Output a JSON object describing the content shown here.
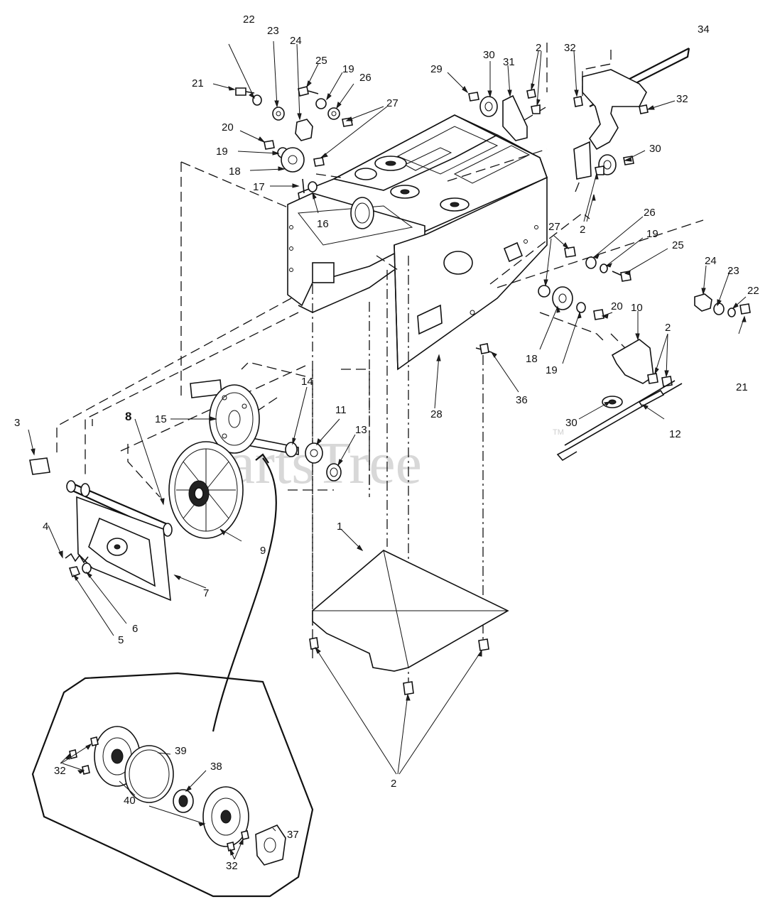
{
  "watermark": {
    "text": "PartsTree",
    "tm": "TM"
  },
  "callouts": {
    "c1": "1",
    "c2a": "2",
    "c2b": "2",
    "c2c": "2",
    "c2d": "2",
    "c3": "3",
    "c4": "4",
    "c5": "5",
    "c6": "6",
    "c7": "7",
    "c8": "8",
    "c9": "9",
    "c10": "10",
    "c11": "11",
    "c12": "12",
    "c13": "13",
    "c14": "14",
    "c15": "15",
    "c16": "16",
    "c17": "17",
    "c18a": "18",
    "c18b": "18",
    "c19a": "19",
    "c19b": "19",
    "c19c": "19",
    "c19d": "19",
    "c20a": "20",
    "c20b": "20",
    "c21a": "21",
    "c21b": "21",
    "c22a": "22",
    "c22b": "22",
    "c23a": "23",
    "c23b": "23",
    "c24a": "24",
    "c24b": "24",
    "c25a": "25",
    "c25b": "25",
    "c26a": "26",
    "c26b": "26",
    "c27a": "27",
    "c27b": "27",
    "c28": "28",
    "c29": "29",
    "c30a": "30",
    "c30b": "30",
    "c30c": "30",
    "c31": "31",
    "c32a": "32",
    "c32b": "32",
    "c32c": "32",
    "c32d": "32",
    "c34": "34",
    "c36": "36",
    "c37": "37",
    "c38": "38",
    "c39": "39",
    "c40": "40"
  }
}
